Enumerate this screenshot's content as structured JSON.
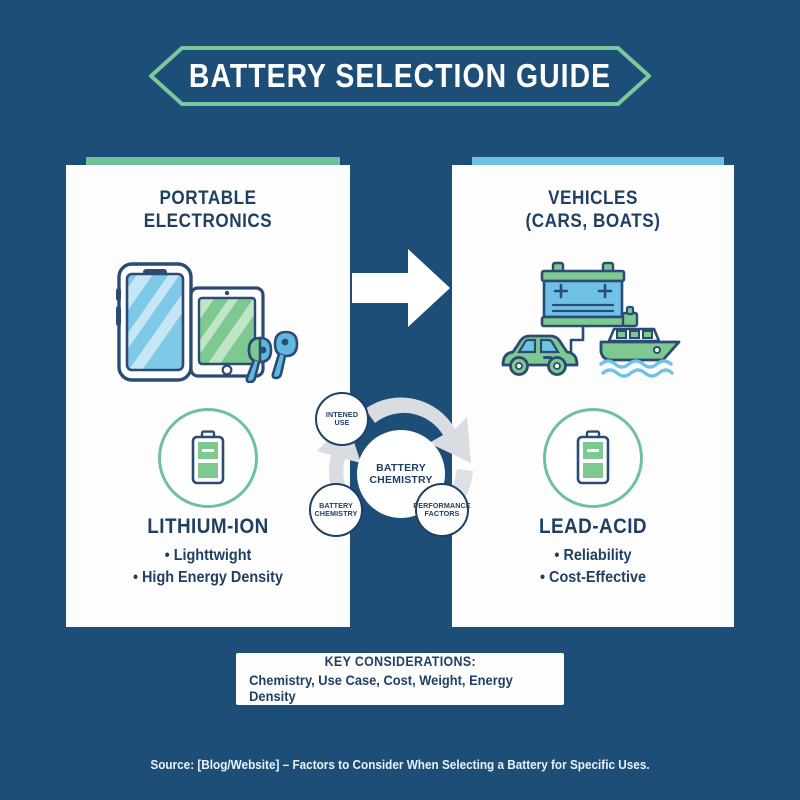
{
  "colors": {
    "background": "#1d4e77",
    "card": "#fdfdfd",
    "navy_text": "#1f3f63",
    "green_accent": "#6fc19b",
    "blue_accent": "#6ec1e4",
    "arrow_white": "#ffffff",
    "cycle_arrow_gray": "#d9dde1"
  },
  "header": {
    "title": "BATTERY SELECTION GUIDE"
  },
  "panels": [
    {
      "id": "portable-electronics",
      "topbar_color": "#6fc19b",
      "title": "PORTABLE\nELECTRONICS",
      "title_line1": "PORTABLE",
      "title_line2": "ELECTRONICS",
      "art": "phone-tablet-earbuds-illustration",
      "battery_icon": "battery-icon",
      "chemistry": "LITHIUM-ION",
      "bullets": [
        "• Lighttwight",
        "• High Energy Density"
      ]
    },
    {
      "id": "vehicles",
      "topbar_color": "#6ec1e4",
      "title": "VEHICLES\n(CARS, BOATS)",
      "title_line1": "VEHICLES",
      "title_line2": "(CARS, BOATS)",
      "art": "car-battery-car-boat-illustration",
      "battery_icon": "battery-icon",
      "chemistry": "LEAD-ACID",
      "bullets": [
        "• Reliability",
        "• Cost-Effective"
      ]
    }
  ],
  "flow_arrow": {
    "direction": "right",
    "name": "right-arrow-icon"
  },
  "cycle": {
    "center_line1": "BATTERY",
    "center_line2": "CHEMISTRY",
    "nodes": [
      {
        "id": "intended-use",
        "line1": "INTENED",
        "line2": "USE"
      },
      {
        "id": "battery-chemistry",
        "line1": "BATTERY",
        "line2": "CHEMISTRY"
      },
      {
        "id": "performance-factors",
        "line1": "PERFORMANCE",
        "line2": "FACTORS"
      }
    ]
  },
  "key_considerations": {
    "title": "KEY CONSIDERATIONS:",
    "items": "Chemistry, Use Case, Cost, Weight, Energy Density"
  },
  "footer": {
    "source": "Source: [Blog/Website] – Factors to Consider When Selecting a Battery for Specific Uses."
  }
}
